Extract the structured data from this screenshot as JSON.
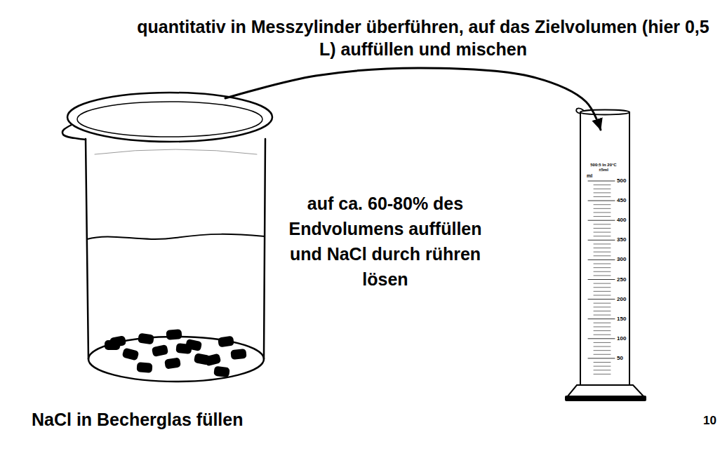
{
  "diagram": {
    "nodes": [
      {
        "text": [
          "NaCl in Becherglas füllen"
        ]
      },
      {
        "text": [
          "500:5 In 20°C ±5ml",
          "ml",
          "500",
          "450",
          "400",
          "350",
          "300",
          "250",
          "200",
          "150",
          "100",
          "50"
        ]
      }
    ],
    "edges": [
      {
        "from": 0,
        "to": 1,
        "arrow": "to",
        "label": "quantitativ in Messzylinder überführen, auf das Zielvolumen (hier 0,5 L) auffüllen und mischen"
      }
    ],
    "labels": [
      "auf ca. 60-80% des Endvolumens auffüllen und NaCl durch rühren lösen",
      "10"
    ]
  }
}
